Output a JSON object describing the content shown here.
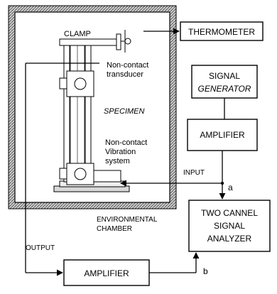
{
  "chamber": {
    "label_line1": "ENVIRONMENTAL",
    "label_line2": "CHAMBER"
  },
  "apparatus": {
    "clamp": "CLAMP",
    "transducer_line1": "Non-contact",
    "transducer_line2": "transducer",
    "specimen": "SPECIMEN",
    "vib_line1": "Non-contact",
    "vib_line2": "Vibration",
    "vib_line3": "system"
  },
  "boxes": {
    "thermometer": "THERMOMETER",
    "signal_generator_line1": "SIGNAL",
    "signal_generator_line2": "GENERATOR",
    "amplifier_top": "AMPLIFIER",
    "analyzer_line1": "TWO CANNEL",
    "analyzer_line2": "SIGNAL",
    "analyzer_line3": "ANALYZER",
    "amplifier_bottom": "AMPLIFIER"
  },
  "signals": {
    "input": "INPUT",
    "output": "OUTPUT",
    "port_a": "a",
    "port_b": "b"
  }
}
